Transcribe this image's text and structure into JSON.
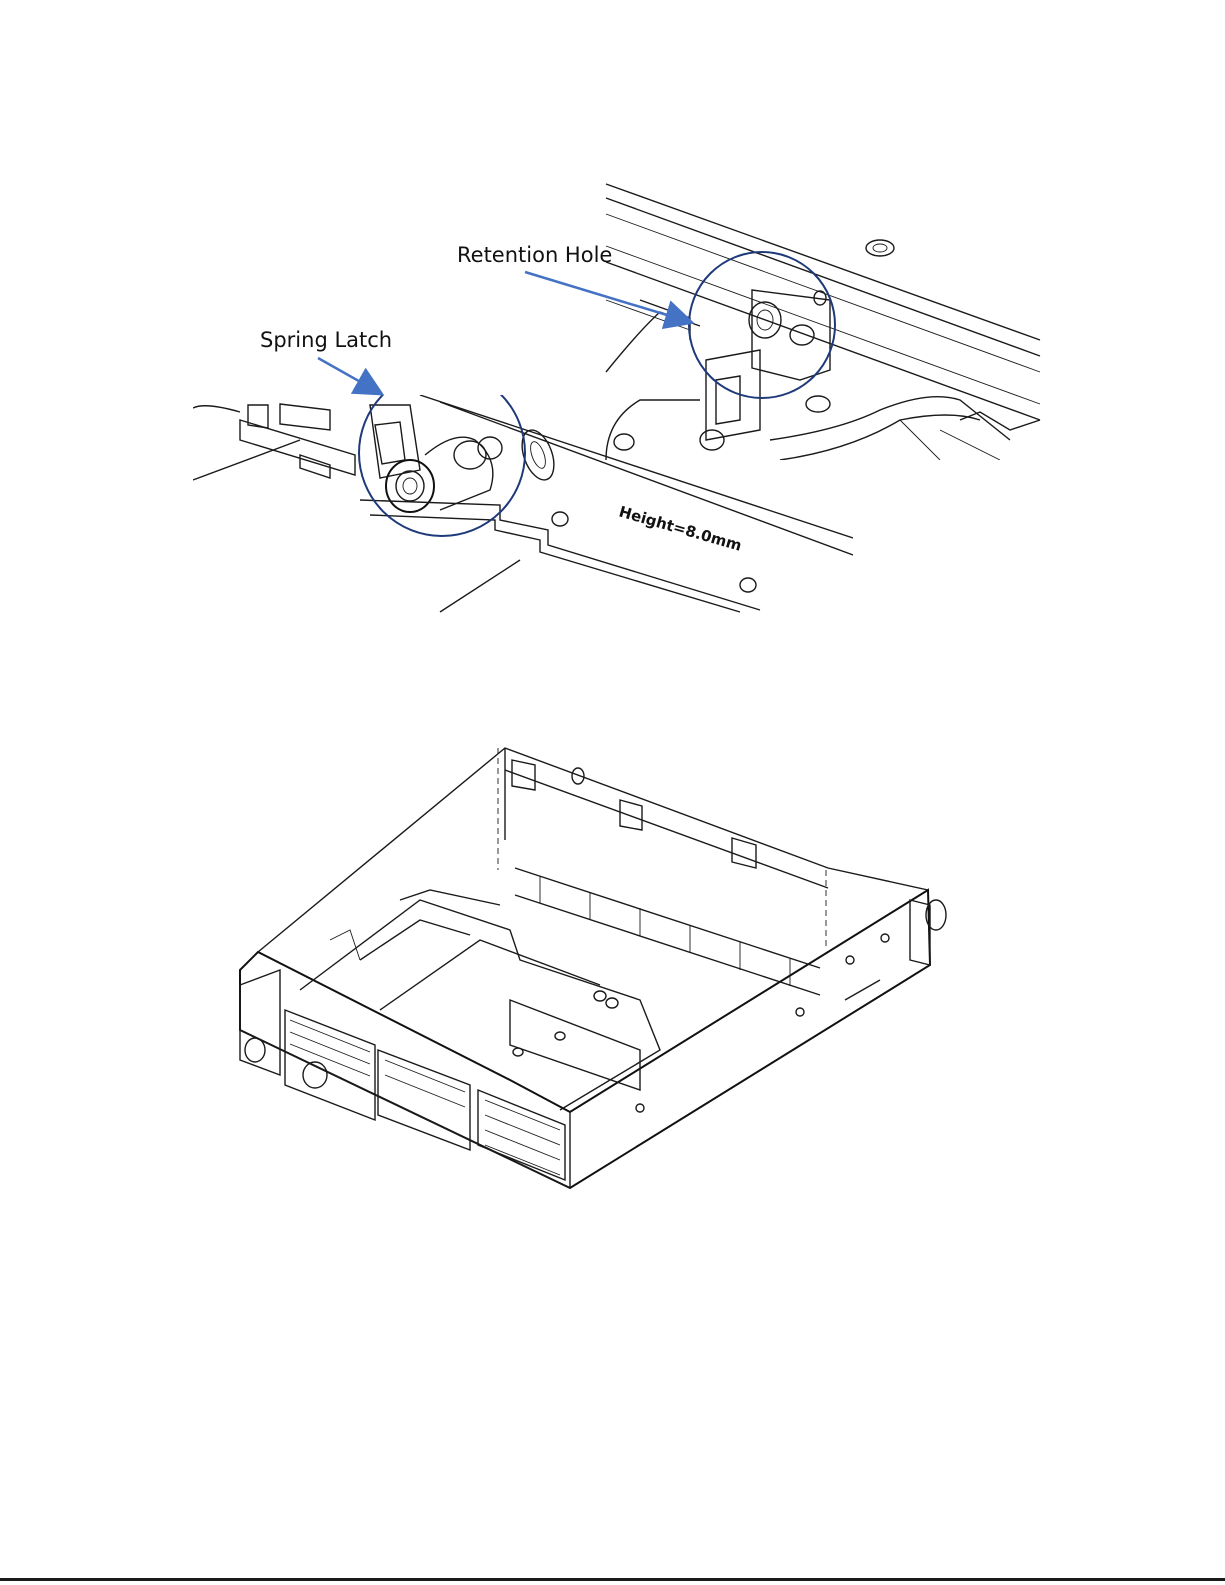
{
  "detail_figure": {
    "callouts": [
      {
        "id": "retention-hole",
        "label": "Retention Hole"
      },
      {
        "id": "spring-latch",
        "label": "Spring Latch"
      }
    ],
    "stamp_text": "Height=8.0mm",
    "highlight_color": "#1f3a7a",
    "arrow_color": "#4472c4"
  },
  "chassis_figure": {
    "view": "isometric",
    "line_color": "#1a1a1a"
  }
}
